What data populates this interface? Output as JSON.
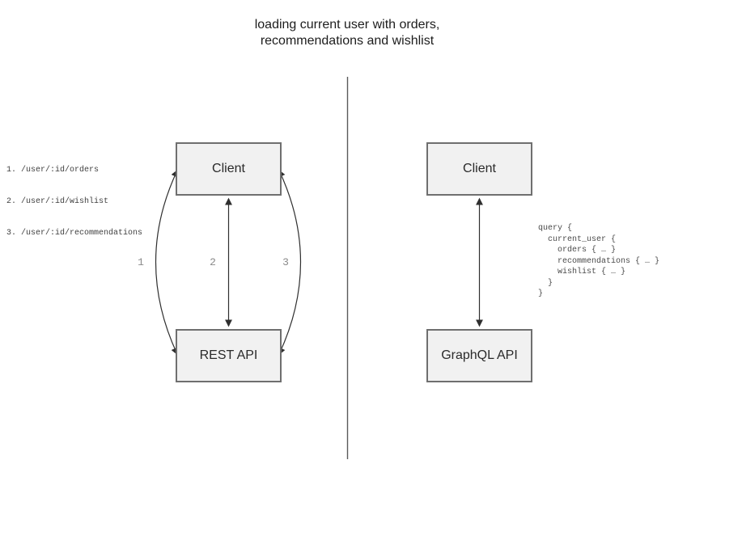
{
  "title": {
    "line1": "loading current user with orders,",
    "line2": "recommendations and wishlist"
  },
  "rest_panel": {
    "endpoints": [
      "1. /user/:id/orders",
      "2. /user/:id/wishlist",
      "3. /user/:id/recommendations"
    ],
    "client_label": "Client",
    "api_label": "REST API",
    "arrow_labels": [
      "1",
      "2",
      "3"
    ]
  },
  "graphql_panel": {
    "client_label": "Client",
    "api_label": "GraphQL API",
    "query": "query {\n  current_user {\n    orders { … }\n    recommendations { … }\n    wishlist { … }\n  }\n}"
  },
  "colors": {
    "box_fill": "#f1f1f1",
    "box_border": "#6f6f6f",
    "arrow": "#2f2f2f",
    "number_label": "#8a8a8a",
    "divider": "#5a5a5a",
    "title_text": "#1d1d1d",
    "code_text": "#4a4a4a"
  }
}
